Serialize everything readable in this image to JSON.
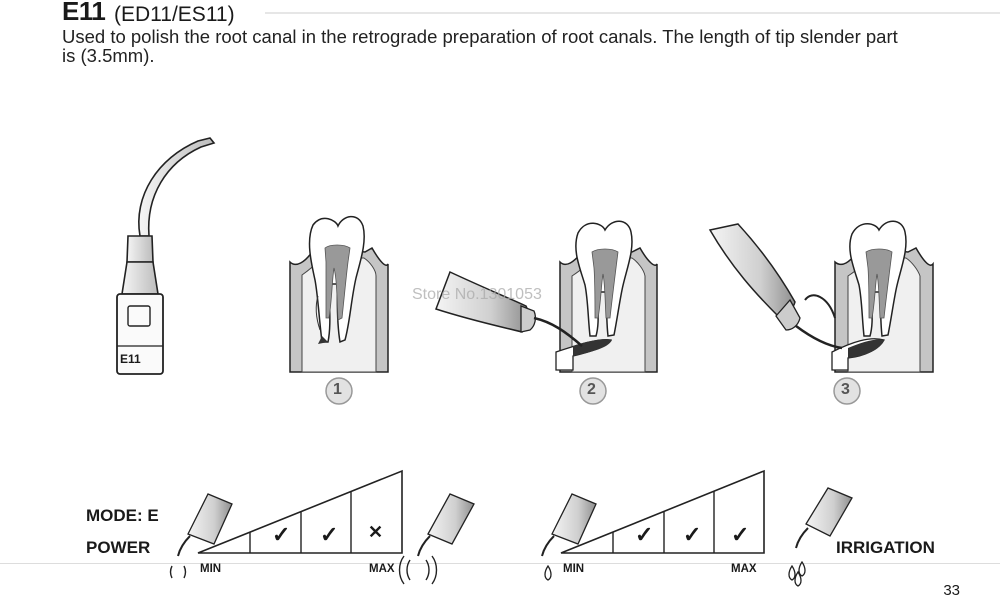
{
  "header": {
    "code": "E11",
    "variants": "(ED11/ES11)",
    "description": "Used to polish the root canal in the retrograde preparation of root canals. The length of tip slender part is (3.5mm)."
  },
  "tip_label": "E11",
  "watermark": "Store No.1301053",
  "steps": [
    "1",
    "2",
    "3"
  ],
  "power_chart": {
    "mode_label": "MODE: E",
    "label": "POWER",
    "min_label": "MIN",
    "max_label": "MAX",
    "marks": [
      "✓",
      "✓",
      "✕"
    ]
  },
  "irrigation_chart": {
    "label": "IRRIGATION",
    "min_label": "MIN",
    "max_label": "MAX",
    "marks": [
      "✓",
      "✓",
      "✓"
    ]
  },
  "page_number": "33"
}
